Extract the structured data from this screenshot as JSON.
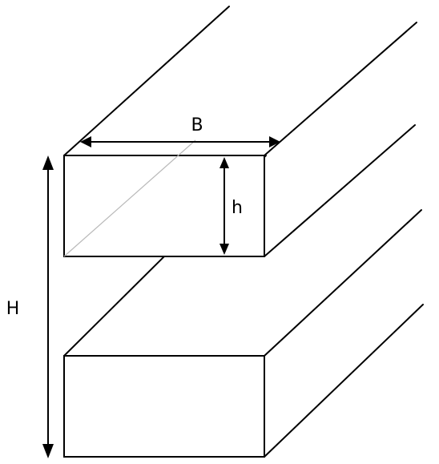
{
  "labels": {
    "width": "B",
    "inner_height": "h",
    "total_height": "H"
  },
  "colors": {
    "line": "#000000",
    "hidden_line": "#b9b9b9",
    "background": "#ffffff"
  }
}
